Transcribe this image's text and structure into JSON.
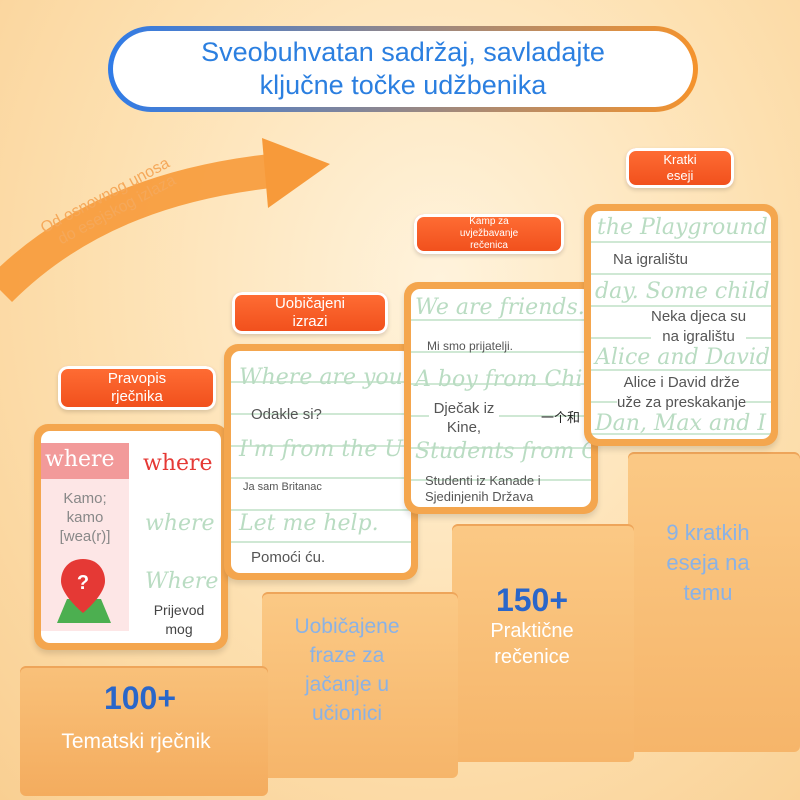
{
  "headline": {
    "line1": "Sveobuhvatan sadržaj, savladajte",
    "line2": "ključne točke udžbenika"
  },
  "arrow": {
    "line1": "Od osnovnog unosa",
    "line2": "do esejskog izlaza"
  },
  "steps": [
    {
      "tag": [
        "Pravopis",
        "rječnika"
      ],
      "number": "100+",
      "label": "Tematski rječnik",
      "card": {
        "word_left": "where",
        "meaning": [
          "Kamo;",
          "kamo",
          "[wea(r)]"
        ],
        "word_right_1": "where",
        "word_right_2": "where",
        "word_right_3": "Where",
        "translation": [
          "Prijevod",
          "mog"
        ]
      }
    },
    {
      "tag": [
        "Uobičajeni",
        "izrazi"
      ],
      "label": [
        "Uobičajene",
        "fraze za",
        "jačanje u",
        "učionici"
      ],
      "card": {
        "lines": [
          {
            "en": "Where are you",
            "hr": "Odakle si?"
          },
          {
            "en": "I'm from the U",
            "hr": "Ja sam Britanac"
          },
          {
            "en": "Let me help.",
            "hr": "Pomoći ću."
          }
        ]
      }
    },
    {
      "tag": [
        "Kamp za",
        "uvježbavanje",
        "rečenica"
      ],
      "number": "150+",
      "label": [
        "Praktične",
        "rečenice"
      ],
      "card": {
        "en1": "We are friends.",
        "hr1": "Mi smo prijatelji.",
        "en2": "A boy from Chin",
        "hr2": [
          "Dječak iz",
          "Kine,"
        ],
        "zh2": "一个和",
        "en3": "Students from C",
        "hr3": [
          "Studenti iz Kanade i",
          "Sjedinjenih Država"
        ]
      }
    },
    {
      "tag": [
        "Kratki",
        "eseji"
      ],
      "label": [
        "9 kratkih",
        "eseja na",
        "temu"
      ],
      "card": {
        "en1": "the Playground",
        "hr1": "Na igralištu",
        "en2": "day. Some childr",
        "hr2": [
          "Neka djeca su",
          "na igralištu"
        ],
        "en3": "Alice and David d",
        "hr3": [
          "Alice i David drže",
          "uže za preskakanje"
        ],
        "en4": "Dan, Max and I"
      }
    }
  ],
  "colors": {
    "blue": "#2b7fe0",
    "orange": "#f5932c",
    "tag": "#f04e1b",
    "steps": "#f6b56a"
  }
}
